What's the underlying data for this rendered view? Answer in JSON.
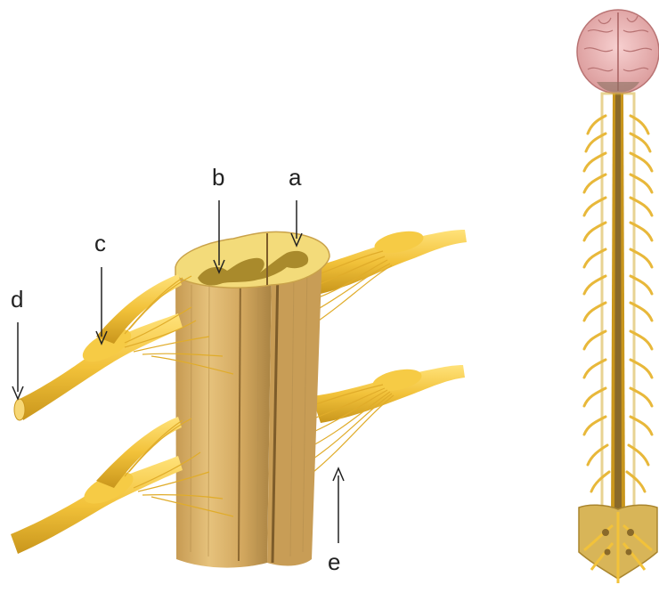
{
  "labels": {
    "a": "a",
    "b": "b",
    "c": "c",
    "d": "d",
    "e": "e"
  },
  "colors": {
    "nerve": "#f2c23a",
    "nerve_dark": "#c9961c",
    "cord_side": "#d9b067",
    "cord_dark": "#a98343",
    "white_matter": "#f3db7a",
    "gray_matter": "#a98a2c",
    "brain": "#f0b8b8",
    "brain_dark": "#c98585",
    "arrow": "#222222"
  },
  "icons": {
    "spinal_cord_cross_section": "spinal-cord-section-illustration",
    "nervous_system": "brain-and-spinal-cord-illustration"
  }
}
